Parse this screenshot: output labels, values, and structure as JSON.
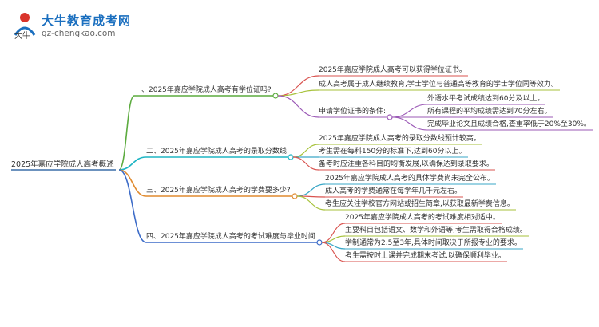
{
  "logo": {
    "title": "大牛教育成考网",
    "url": "gz-chengkao.com",
    "mark_text": "大牛"
  },
  "root": "2025年嘉应学院成人高考概述",
  "branches": [
    {
      "label": "一、2025年嘉应学院成人高考有学位证吗?",
      "color": "#5cab3f",
      "items": [
        {
          "label": "2025年嘉应学院成人高考可以获得学位证书。"
        },
        {
          "label": "成人高考属于成人继续教育,学士学位与普通高等教育的学士学位同等效力。"
        },
        {
          "label": "申请学位证书的条件:",
          "color": "#9b59b6",
          "items": [
            {
              "label": "外语水平考试成绩达到60分及以上。"
            },
            {
              "label": "所有课程的平均成绩需达到70分左右。"
            },
            {
              "label": "完成毕业论文且成绩合格,查重率低于20%至30%。"
            }
          ]
        }
      ]
    },
    {
      "label": "二、2025年嘉应学院成人高考的录取分数线",
      "color": "#1fb5c4",
      "items": [
        {
          "label": "2025年嘉应学院成人高考的录取分数线预计较高。"
        },
        {
          "label": "考生需在每科150分的标准下,达到60分以上。"
        },
        {
          "label": "备考时应注重各科目的均衡发展,以确保达到录取要求。"
        }
      ]
    },
    {
      "label": "三、2025年嘉应学院成人高考的学费要多少?",
      "color": "#e08a2e",
      "items": [
        {
          "label": "2025年嘉应学院成人高考的具体学费尚未完全公布。"
        },
        {
          "label": "成人高考的学费通常在每学年几千元左右。"
        },
        {
          "label": "考生应关注学校官方网站或招生简章,以获取最新学费信息。"
        }
      ]
    },
    {
      "label": "四、2025年嘉应学院成人高考的考试难度与毕业时间",
      "color": "#3d6cc8",
      "items": [
        {
          "label": "2025年嘉应学院成人高考的考试难度相对适中。"
        },
        {
          "label": "主要科目包括语文、数学和外语等,考生需取得合格成绩。"
        },
        {
          "label": "学制通常为2.5至3年,具体时间取决于所报专业的要求。"
        },
        {
          "label": "考生需按时上课并完成期末考试,以确保顺利毕业。"
        }
      ]
    }
  ],
  "colors": {
    "root": "#3b6ea8",
    "branch_1": "#5cab3f",
    "branch_2": "#1fb5c4",
    "branch_3": "#e08a2e",
    "branch_4": "#3d6cc8",
    "sub_1_3": "#9b59b6",
    "item_accents": [
      "#d9534f",
      "#a7c23b",
      "#3aa7c7"
    ]
  }
}
